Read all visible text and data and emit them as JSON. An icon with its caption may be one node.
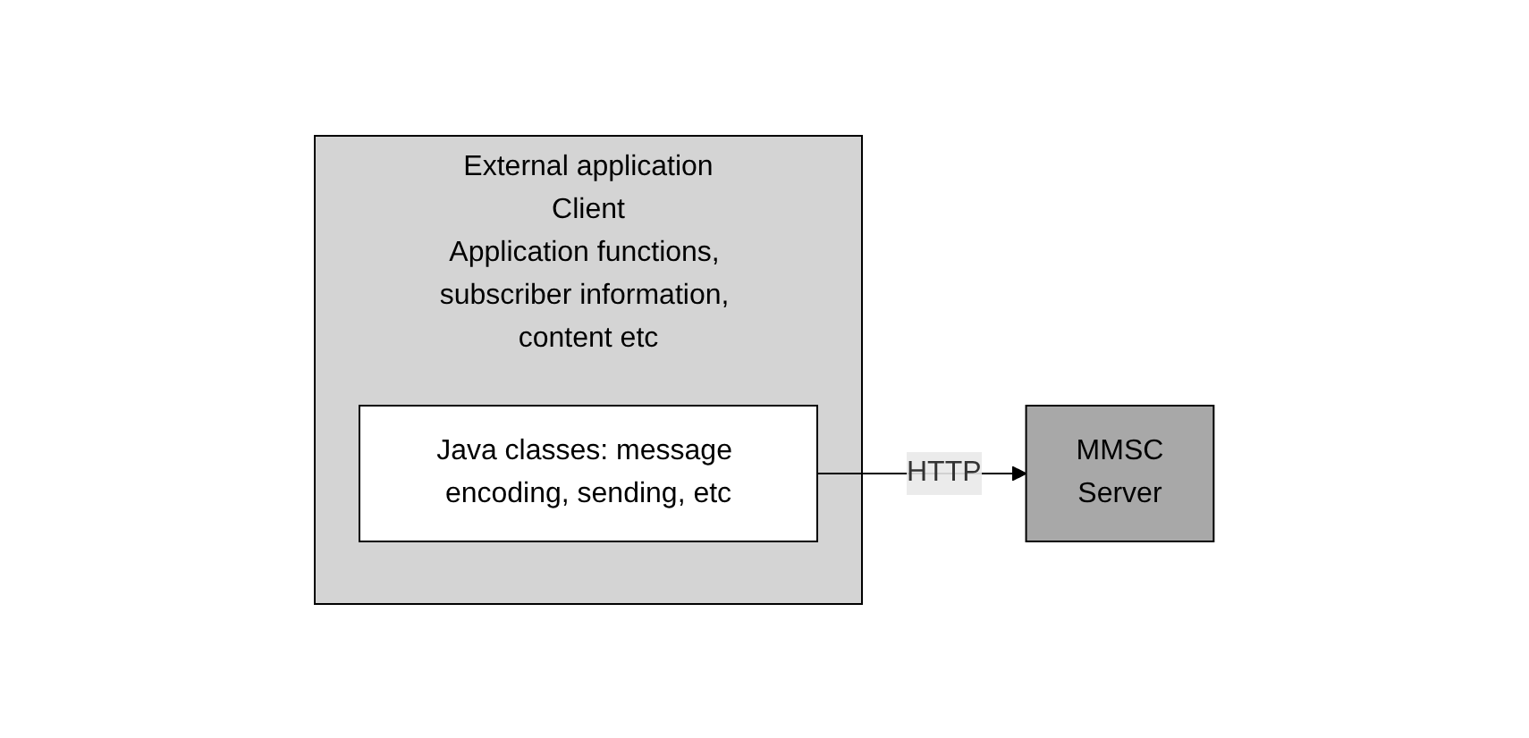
{
  "diagram": {
    "nodes": [
      {
        "text": [
          "External application",
          "Client",
          "Application functions, subscriber information, content etc"
        ]
      },
      {
        "text": [
          "Java classes: message encoding, sending, etc"
        ],
        "in": 0
      },
      {
        "text": [
          "MMSC",
          "Server"
        ]
      }
    ],
    "edges": [
      {
        "from": 1,
        "to": 2,
        "arrow": "to",
        "label": "HTTP"
      }
    ]
  }
}
